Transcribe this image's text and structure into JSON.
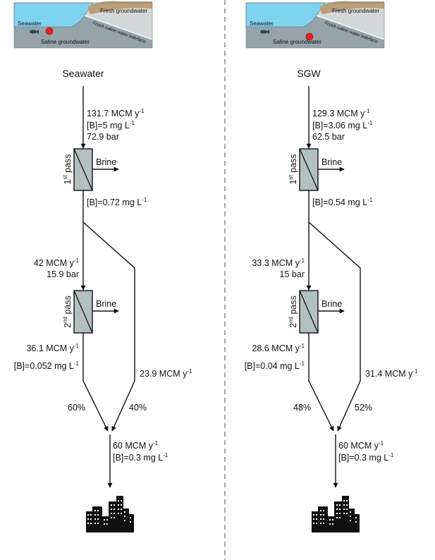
{
  "panels": [
    {
      "id": "left",
      "inset": {
        "seawater": "Seawater",
        "fresh_groundwater": "Fresh groundwater",
        "interface": "Fresh saline water interface",
        "saline_groundwater": "Saline groundwater"
      },
      "source_label": "Seawater",
      "feed": {
        "flow": "131.7 MCM y",
        "boron": "[B]=5 mg L",
        "pressure": "72.9 bar"
      },
      "pass1": {
        "num": "1",
        "ord": "st",
        "word": "pass",
        "brine": "Brine",
        "permeate_boron": "[B]=0.72 mg L"
      },
      "pass2_feed": {
        "flow": "42 MCM y",
        "pressure": "15.9 bar"
      },
      "pass2": {
        "num": "2",
        "ord": "nd",
        "word": "pass",
        "brine": "Brine"
      },
      "pass2_out": {
        "flow": "36.1 MCM y",
        "boron": "[B]=0.052 mg L"
      },
      "bypass_flow": "23.9 MCM y",
      "blend": {
        "left_pct": "60%",
        "right_pct": "40%"
      },
      "product": {
        "flow": "60 MCM y",
        "boron": "[B]=0.3 mg L"
      }
    },
    {
      "id": "right",
      "inset": {
        "seawater": "Seawater",
        "fresh_groundwater": "Fresh groundwater",
        "interface": "Fresh saline water interface",
        "saline_groundwater": "Saline groundwater"
      },
      "source_label": "SGW",
      "feed": {
        "flow": "129.3 MCM y",
        "boron": "[B]=3.06 mg L",
        "pressure": "62.5 bar"
      },
      "pass1": {
        "num": "1",
        "ord": "st",
        "word": "pass",
        "brine": "Brine",
        "permeate_boron": "[B]=0.54 mg L"
      },
      "pass2_feed": {
        "flow": "33.3 MCM y",
        "pressure": "15 bar"
      },
      "pass2": {
        "num": "2",
        "ord": "nd",
        "word": "pass",
        "brine": "Brine"
      },
      "pass2_out": {
        "flow": "28.6 MCM y",
        "boron": "[B]=0.04 mg L"
      },
      "bypass_flow": "31.4 MCM y",
      "blend": {
        "left_pct": "48%",
        "right_pct": "52%"
      },
      "product": {
        "flow": "60 MCM y",
        "boron": "[B]=0.3 mg L"
      }
    }
  ],
  "units": {
    "per_year_exp": "-1",
    "per_litre_exp": "-1"
  },
  "colors": {
    "seawater": "#7fd3ee",
    "saline_groundwater": "#95a4a8",
    "fresh_groundwater": "#d5d8d8",
    "land_surface": "#b99d78",
    "marker": "#e8201c",
    "membrane_box": "#b2c0bf",
    "divider": "#6b6b6b"
  },
  "icons": [
    "fish-icon",
    "city-skyline-icon"
  ]
}
